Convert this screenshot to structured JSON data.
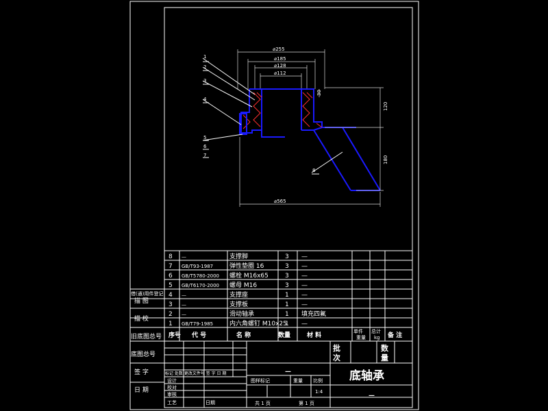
{
  "dimensions": {
    "d255": "⌀255",
    "d185": "⌀185",
    "d128": "⌀128",
    "d112": "⌀112",
    "d565": "⌀565",
    "h120": "120",
    "h180": "180",
    "h30": "30"
  },
  "callouts": [
    "1",
    "2",
    "3",
    "4",
    "5",
    "6",
    "7",
    "8"
  ],
  "parts": [
    {
      "no": "8",
      "code": "—",
      "name": "支撑脚",
      "qty": "3",
      "mat": "—"
    },
    {
      "no": "7",
      "code": "GB/T93-1987",
      "name": "弹性垫圈 16",
      "qty": "3",
      "mat": "—"
    },
    {
      "no": "6",
      "code": "GB/T5780-2000",
      "name": "螺栓 M16x65",
      "qty": "3",
      "mat": "—"
    },
    {
      "no": "5",
      "code": "GB/T6170-2000",
      "name": "螺母 M16",
      "qty": "3",
      "mat": "—"
    },
    {
      "no": "4",
      "code": "—",
      "name": "支撑座",
      "qty": "1",
      "mat": "—"
    },
    {
      "no": "3",
      "code": "—",
      "name": "支撑板",
      "qty": "1",
      "mat": "—"
    },
    {
      "no": "2",
      "code": "—",
      "name": "滑动轴承",
      "qty": "1",
      "mat": "填充四氟"
    },
    {
      "no": "1",
      "code": "GB/T79-1985",
      "name": "内六角螺钉 M10x25",
      "qty": "1",
      "mat": "—"
    }
  ],
  "header": {
    "no": "序号",
    "code": "代  号",
    "name": "名    称",
    "qty": "数量",
    "mat": "材    料",
    "unit_weight": "单件",
    "total_weight": "总计",
    "weight": "重量",
    "kg": "kg",
    "remark": "备 注"
  },
  "side": {
    "reg": "借(通)用件登记",
    "trace": "描  图",
    "check": "描  校",
    "old": "旧底图总号",
    "sign_no": "底图总号",
    "sign": "签    字",
    "date": "日    期"
  },
  "title": {
    "name": "底轴承",
    "batch": "批次",
    "count": "数量",
    "dash": "—",
    "dash2": "—",
    "mark": "图样标记",
    "weight": "重量",
    "scale": "比例",
    "scale_val": "1:4",
    "sheets_total": "共 1 页",
    "sheet": "第 1 页",
    "design": "设计",
    "check": "校对",
    "review": "审核",
    "process": "工艺",
    "approve": "日期",
    "rev_labels": "标记 处数 更改文件号 签 字 日 期"
  }
}
